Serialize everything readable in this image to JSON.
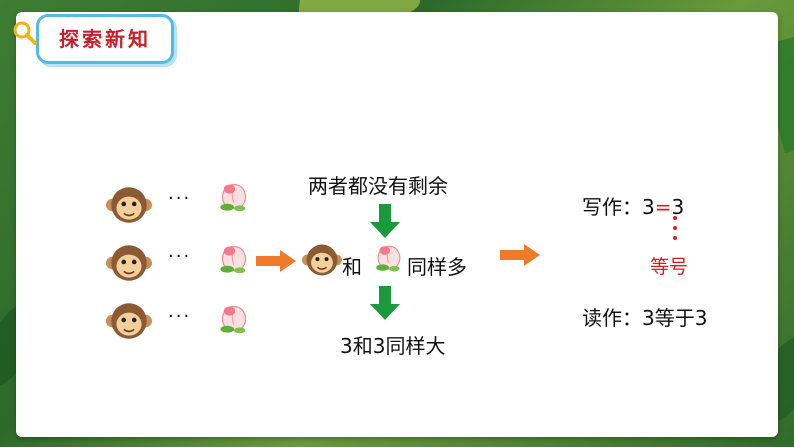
{
  "title": "探索新知",
  "dots": "···",
  "top_statement": "两者都没有剩余",
  "middle": {
    "connector": "和",
    "suffix": "同样多"
  },
  "bottom_statement": "3和3同样大",
  "write": {
    "label": "写作：",
    "left": "3",
    "sign": "=",
    "right": "3"
  },
  "sign_name": "等号",
  "read": {
    "label": "读作：",
    "value": "3等于3"
  },
  "colors": {
    "title": "#c8202a",
    "arrow_orange": "#ef7a2a",
    "arrow_green": "#1a9a3a",
    "accent_red": "#d62020"
  }
}
